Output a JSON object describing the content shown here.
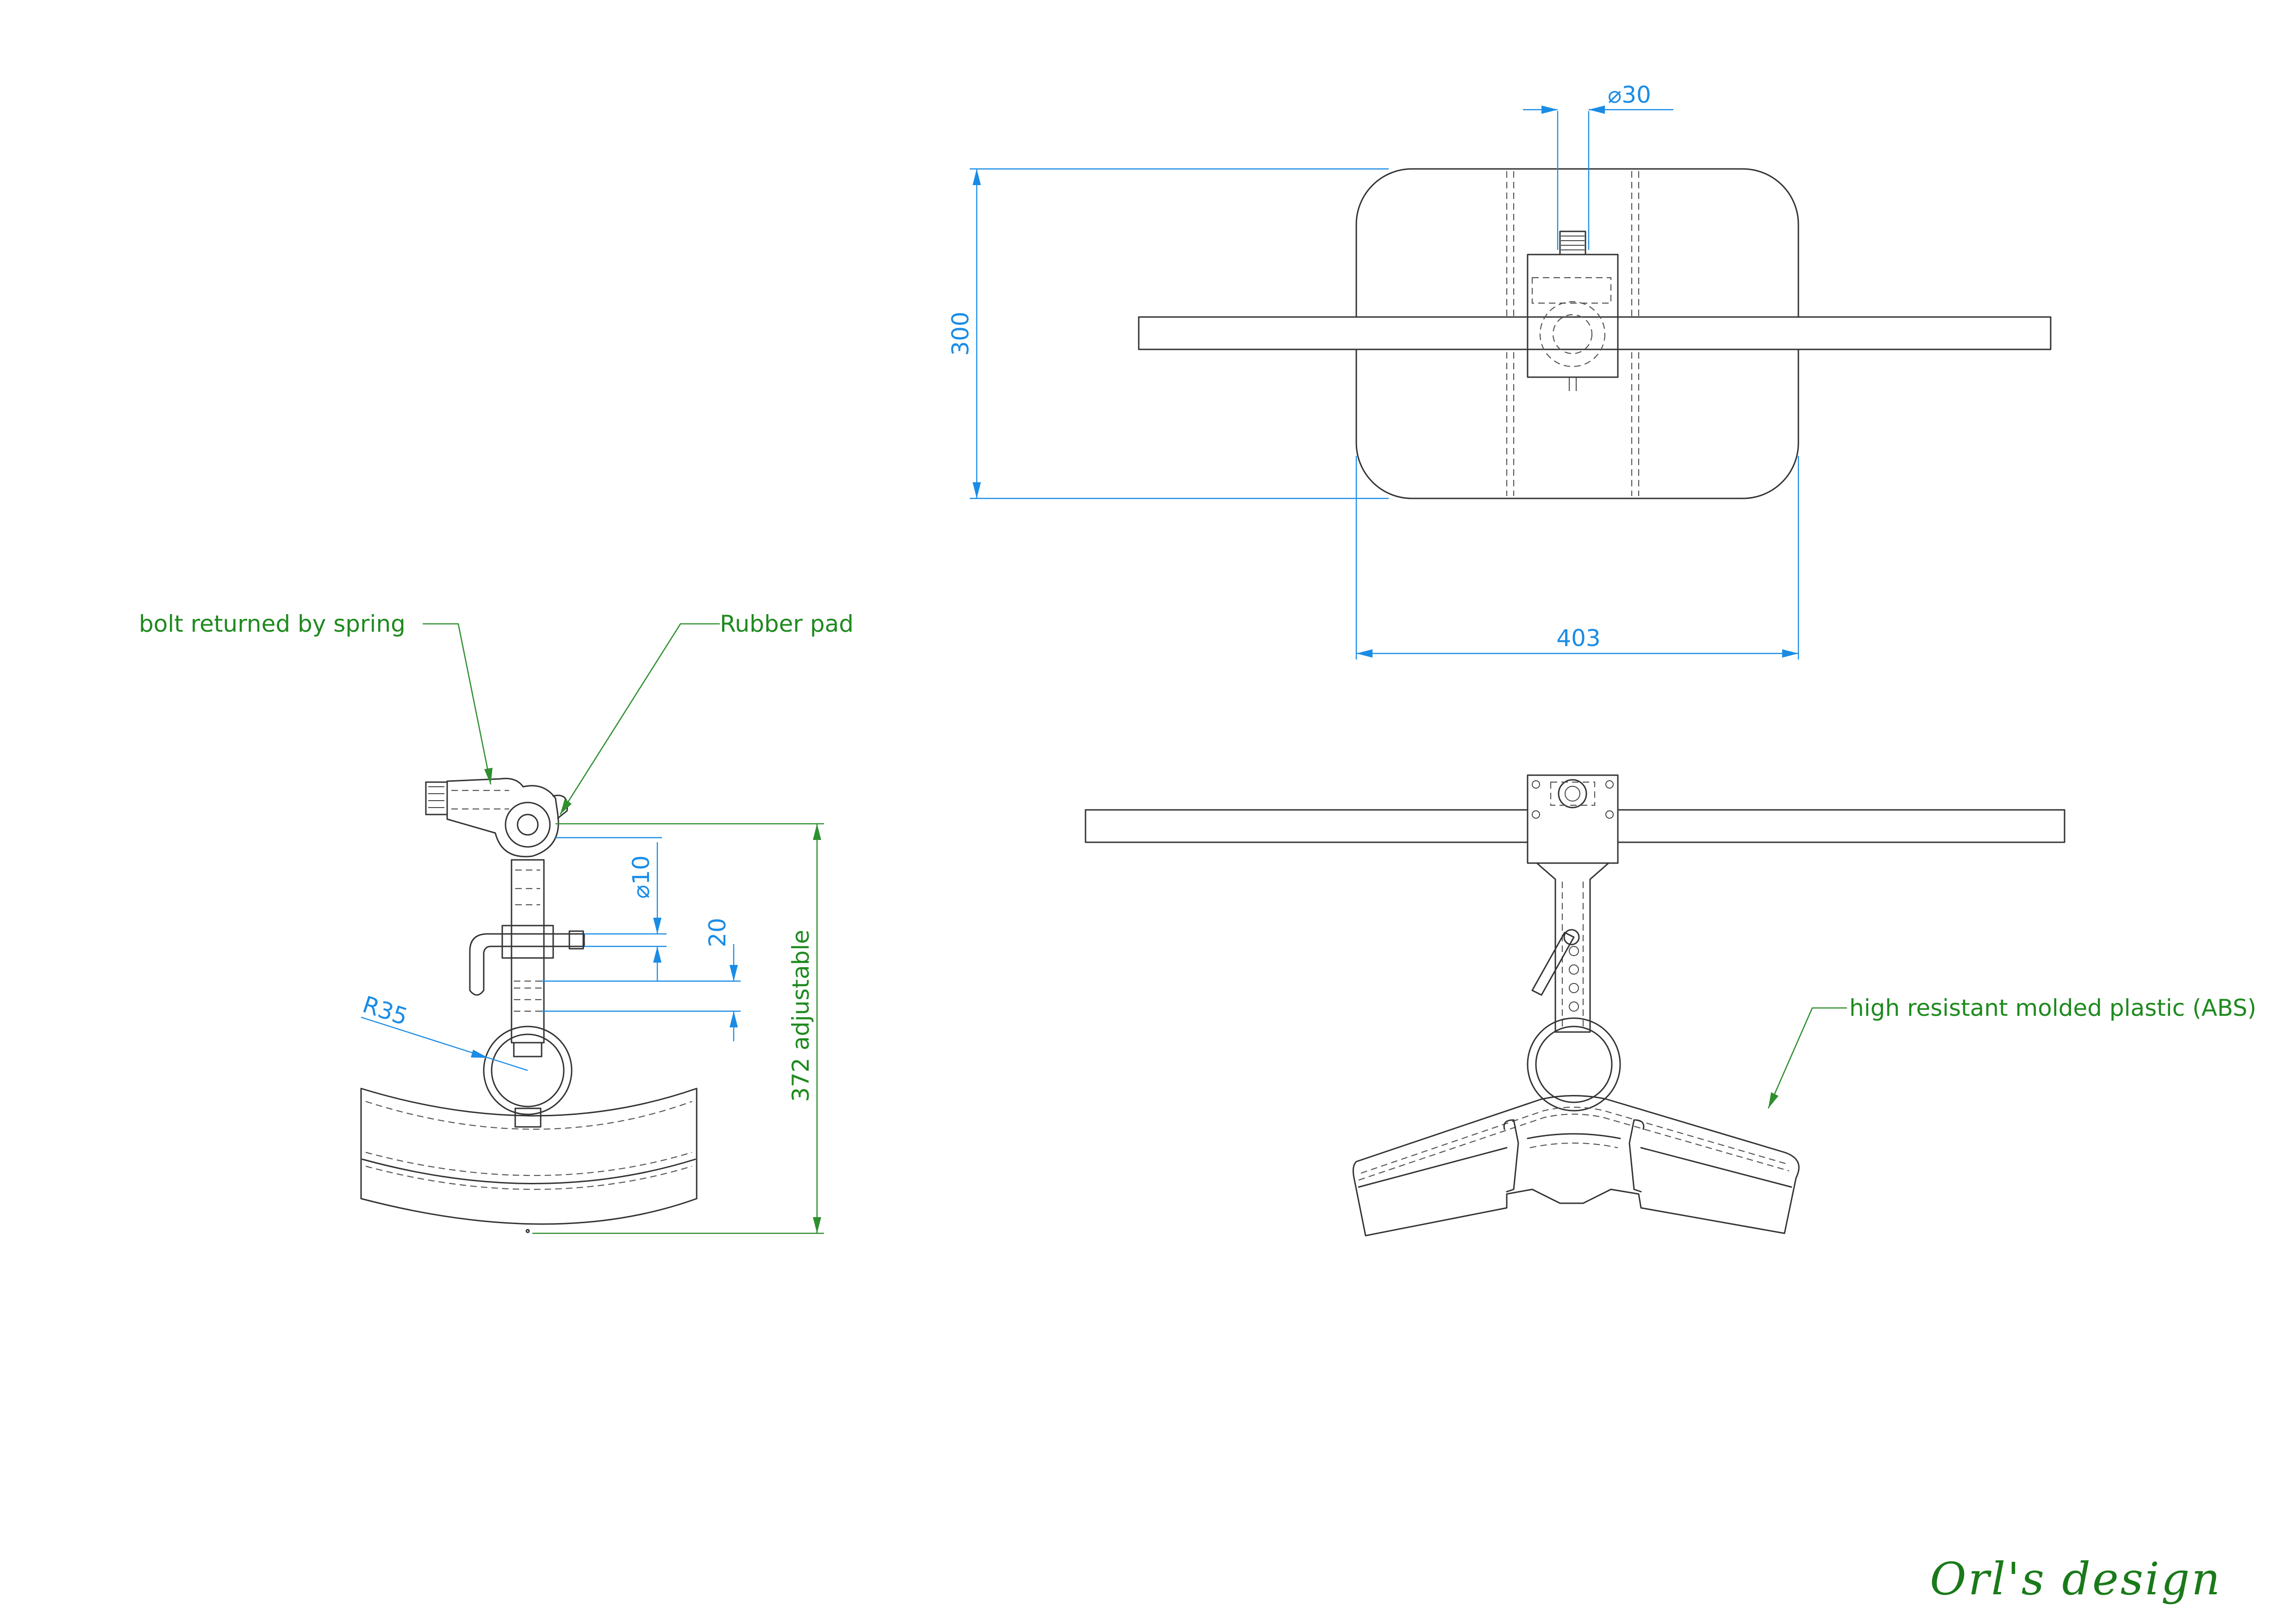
{
  "dimensions": {
    "diameter_top": "⌀30",
    "height_top": "300",
    "width_top": "403",
    "diameter_pin": "⌀10",
    "pitch": "20",
    "radius": "R35",
    "adjustable_range": "372 adjustable"
  },
  "annotations": {
    "bolt": "bolt returned by spring",
    "rubber_pad": "Rubber pad",
    "plastic": "high resistant molded plastic (ABS)"
  },
  "signature": "Orl's design",
  "colors": {
    "dimension": "#1a8ce6",
    "annotation": "#1e8a1e",
    "part": "#333333"
  }
}
